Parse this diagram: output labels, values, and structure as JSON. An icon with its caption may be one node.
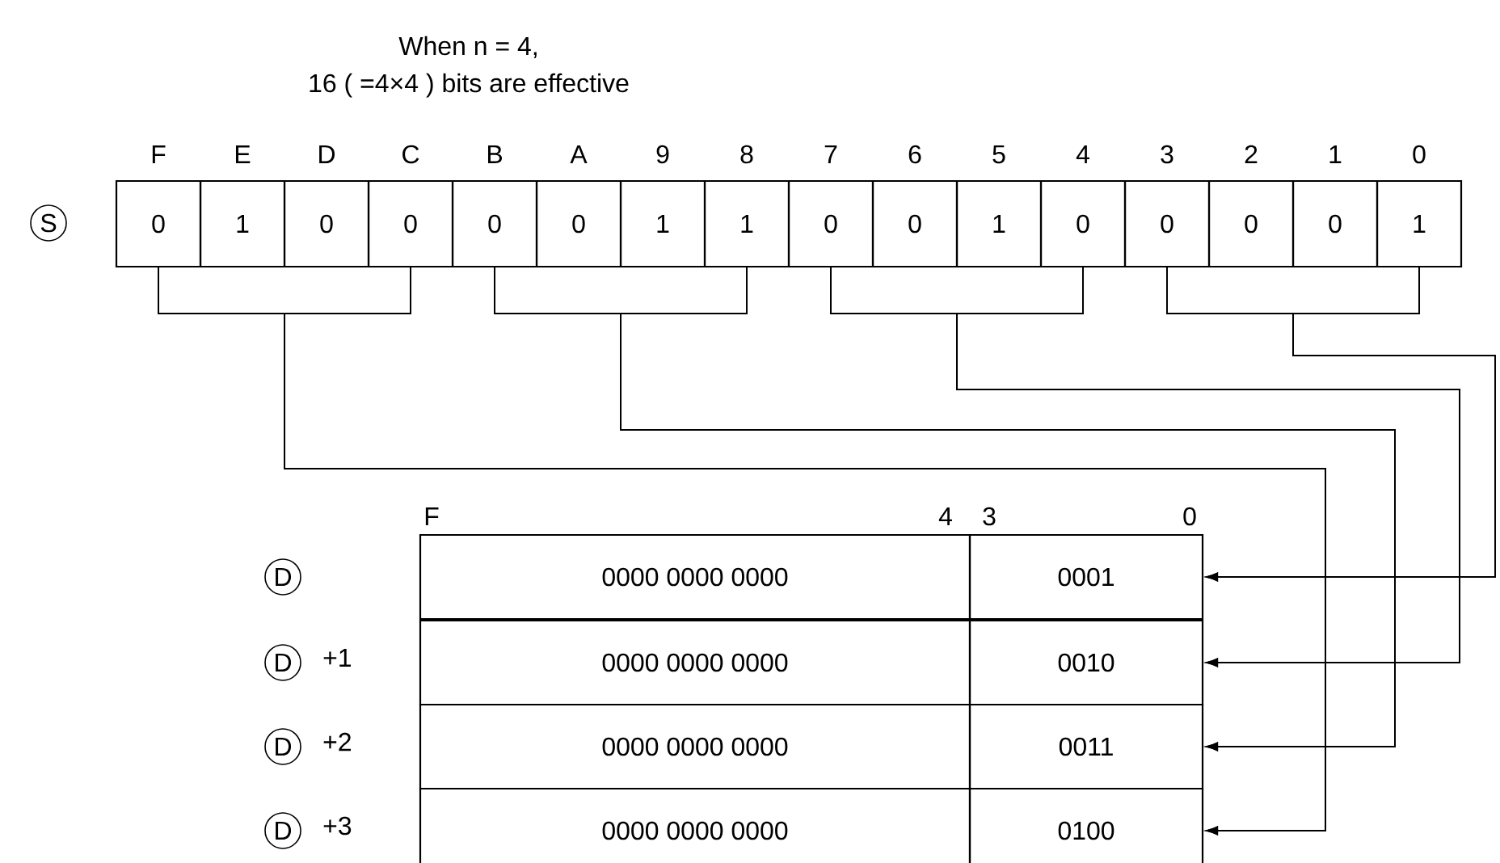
{
  "diagram": {
    "nodes": [
      {
        "text": [
          "S"
        ]
      },
      {
        "text": [
          "0"
        ]
      },
      {
        "text": [
          "1"
        ]
      },
      {
        "text": [
          "0"
        ]
      },
      {
        "text": [
          "0"
        ]
      },
      {
        "text": [
          "0"
        ]
      },
      {
        "text": [
          "0"
        ]
      },
      {
        "text": [
          "1"
        ]
      },
      {
        "text": [
          "1"
        ]
      },
      {
        "text": [
          "0"
        ]
      },
      {
        "text": [
          "0"
        ]
      },
      {
        "text": [
          "1"
        ]
      },
      {
        "text": [
          "0"
        ]
      },
      {
        "text": [
          "0"
        ]
      },
      {
        "text": [
          "0"
        ]
      },
      {
        "text": [
          "0"
        ]
      },
      {
        "text": [
          "1"
        ]
      },
      {
        "text": [
          "D"
        ]
      },
      {
        "text": [
          "0000 0000 0000"
        ]
      },
      {
        "text": [
          "0001"
        ]
      },
      {
        "text": [
          "D"
        ],
        "beside": [
          "+1"
        ]
      },
      {
        "text": [
          "0000 0000 0000"
        ]
      },
      {
        "text": [
          "0010"
        ]
      },
      {
        "text": [
          "D"
        ],
        "beside": [
          "+2"
        ]
      },
      {
        "text": [
          "0000 0000 0000"
        ]
      },
      {
        "text": [
          "0011"
        ]
      },
      {
        "text": [
          "D"
        ],
        "beside": [
          "+3"
        ]
      },
      {
        "text": [
          "0000 0000 0000"
        ]
      },
      {
        "text": [
          "0100"
        ]
      }
    ],
    "edges": [
      {
        "from": 13,
        "to": 19,
        "arrow": "to"
      },
      {
        "from": 16,
        "to": 19,
        "arrow": "to"
      },
      {
        "from": 9,
        "to": 22,
        "arrow": "to"
      },
      {
        "from": 12,
        "to": 22,
        "arrow": "to"
      },
      {
        "from": 5,
        "to": 25,
        "arrow": "to"
      },
      {
        "from": 8,
        "to": 25,
        "arrow": "to"
      },
      {
        "from": 1,
        "to": 28,
        "arrow": "to"
      },
      {
        "from": 4,
        "to": 28,
        "arrow": "to"
      }
    ],
    "labels": [
      "When n = 4,",
      "16 ( =4×4 ) bits are effective",
      "F",
      "E",
      "D",
      "C",
      "B",
      "A",
      "9",
      "8",
      "7",
      "6",
      "5",
      "4",
      "3",
      "2",
      "1",
      "0",
      "F",
      "4",
      "3",
      "0"
    ]
  }
}
